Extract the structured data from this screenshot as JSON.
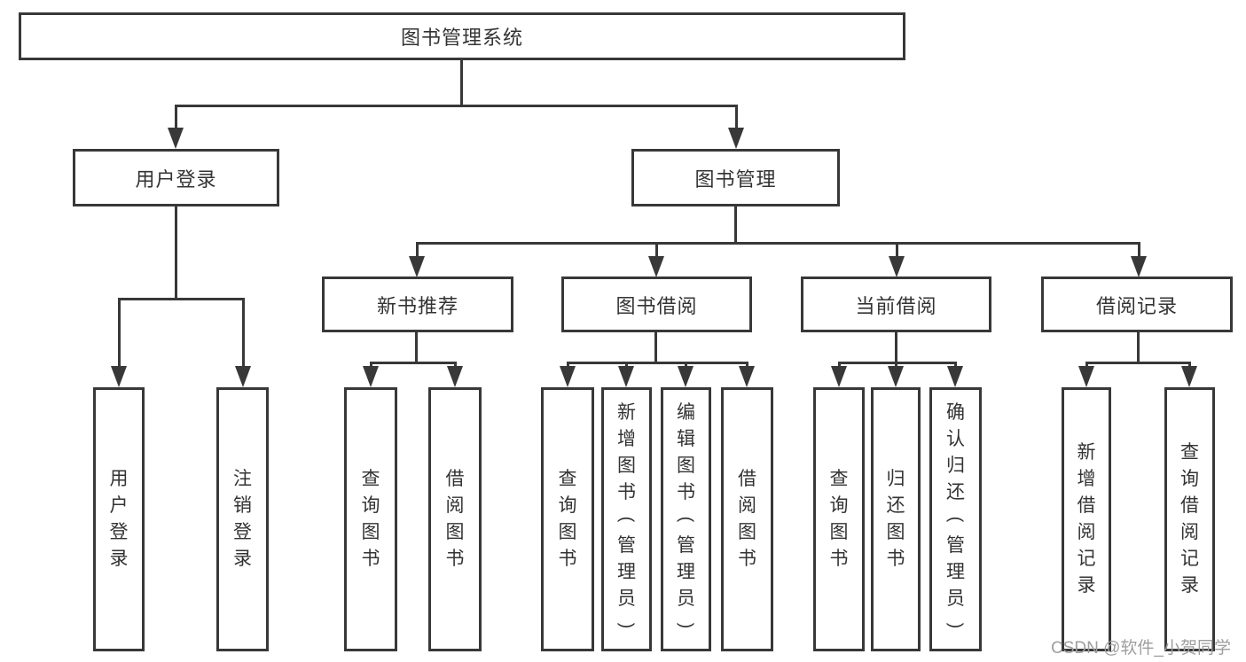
{
  "diagram": {
    "tree": {
      "label": "图书管理系统",
      "children": [
        {
          "label": "用户登录",
          "children": [
            {
              "label": "用户登录"
            },
            {
              "label": "注销登录"
            }
          ]
        },
        {
          "label": "图书管理",
          "children": [
            {
              "label": "新书推荐",
              "children": [
                {
                  "label": "查询图书"
                },
                {
                  "label": "借阅图书"
                }
              ]
            },
            {
              "label": "图书借阅",
              "children": [
                {
                  "label": "查询图书"
                },
                {
                  "label": "新增图书（管理员）"
                },
                {
                  "label": "编辑图书（管理员）"
                },
                {
                  "label": "借阅图书"
                }
              ]
            },
            {
              "label": "当前借阅",
              "children": [
                {
                  "label": "查询图书"
                },
                {
                  "label": "归还图书"
                },
                {
                  "label": "确认归还（管理员）"
                }
              ]
            },
            {
              "label": "借阅记录",
              "children": [
                {
                  "label": "新增借阅记录"
                },
                {
                  "label": "查询借阅记录"
                }
              ]
            }
          ]
        }
      ]
    },
    "colors": {
      "line": "#383838",
      "text": "#333333",
      "watermark_text": "#9e9e9e",
      "background": "#ffffff"
    },
    "watermark": "CSDN @软件_小贺同学"
  }
}
